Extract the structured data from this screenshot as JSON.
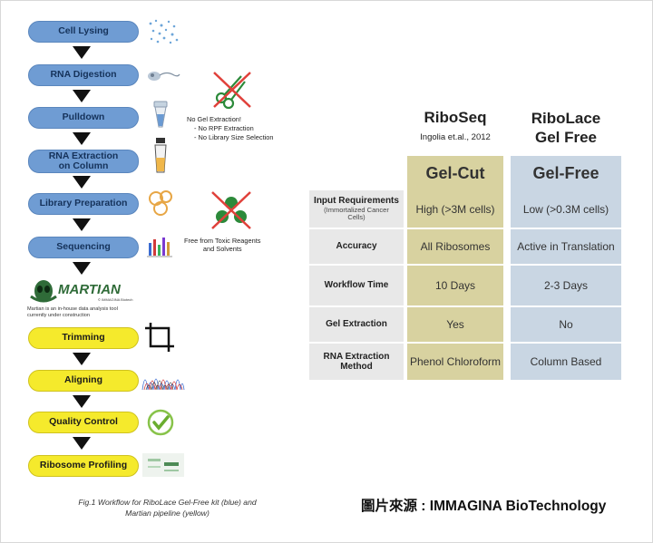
{
  "workflow": {
    "steps": [
      {
        "label": "Cell Lysing"
      },
      {
        "label": "RNA Digestion"
      },
      {
        "label": "Pulldown"
      },
      {
        "label": "RNA Extraction\non Column"
      },
      {
        "label": "Library Preparation"
      },
      {
        "label": "Sequencing"
      },
      {
        "label": "Trimming"
      },
      {
        "label": "Aligning"
      },
      {
        "label": "Quality Control"
      },
      {
        "label": "Ribosome Profiling"
      }
    ],
    "martian_logo_text": "MARTIAN",
    "martian_logo_small": "© IMMAGINA Biotech",
    "martian_note": "Martian is an in-house data analysis tool\ncurrently under construction"
  },
  "notes": {
    "no_gel_title": "No Gel Extraction!",
    "no_gel_items": [
      "- No RPF Extraction",
      "- No Library Size Selection"
    ],
    "free_toxic": "Free  from  Toxic  Reagents\nand  Solvents"
  },
  "table": {
    "col1_title": "RiboSeq",
    "col1_sub": "Ingolia et.al., 2012",
    "col2_title": "RiboLace\nGel Free",
    "col1_header": "Gel-Cut",
    "col2_header": "Gel-Free",
    "rows": [
      {
        "label": "Input Requirements",
        "sub": "(Immortalized Cancer\nCells)",
        "gel_cut": "High (>3M cells)",
        "gel_free": "Low (>0.3M cells)"
      },
      {
        "label": "Accuracy",
        "sub": "",
        "gel_cut": "All Ribosomes",
        "gel_free": "Active in Translation"
      },
      {
        "label": "Workflow Time",
        "sub": "",
        "gel_cut": "10 Days",
        "gel_free": "2-3 Days"
      },
      {
        "label": "Gel Extraction",
        "sub": "",
        "gel_cut": "Yes",
        "gel_free": "No"
      },
      {
        "label": "RNA Extraction\nMethod",
        "sub": "",
        "gel_cut": "Phenol Chloroform",
        "gel_free": "Column Based"
      }
    ]
  },
  "caption": "Fig.1 Workflow for RiboLace Gel-Free kit (blue) and\nMartian pipeline (yellow)",
  "source": "圖片來源 : IMMAGINA BioTechnology",
  "colors": {
    "blue_step": "#6f9cd3",
    "yellow_step": "#f5ea2c",
    "gel_cut": "#d8d2a0",
    "gel_free": "#c9d6e3",
    "cross_red": "#e0403a"
  }
}
